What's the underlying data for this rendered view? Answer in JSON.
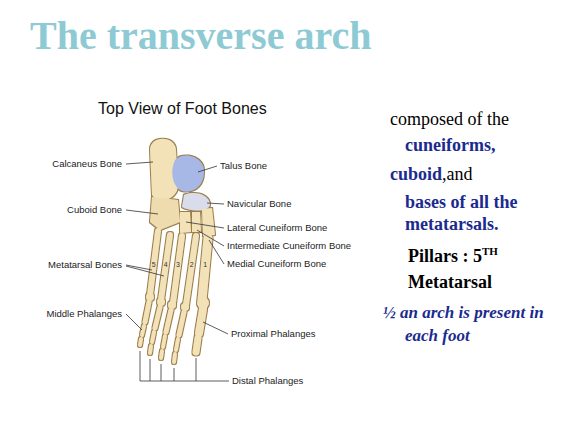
{
  "diagram": {
    "title": "The transverse arch",
    "labels": [
      "Top View of Foot Bones",
      "Calcaneus Bone",
      "Talus Bone",
      "Cuboid Bone",
      "Navicular Bone",
      "Lateral Cuneiform Bone",
      "Intermediate Cuneiform Bone",
      "Metatarsal Bones",
      "Medial Cuneiform Bone",
      "Middle Phalanges",
      "Proximal Phalanges",
      "Distal Phalanges",
      "5",
      "4",
      "3",
      "2",
      "1",
      "composed of the",
      "cuneiforms,",
      "cuboid",
      ",and",
      "bases of all the metatarsals.",
      "Pillars : 5",
      "TH",
      "Metatarsal",
      "½ an arch is present in each foot"
    ]
  }
}
